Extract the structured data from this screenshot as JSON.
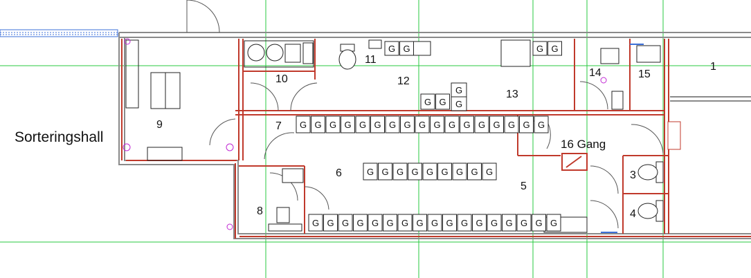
{
  "labels": {
    "hall": "Sorteringshall",
    "r1": "1",
    "r3": "3",
    "r4": "4",
    "r5": "5",
    "r6": "6",
    "r7": "7",
    "r8": "8",
    "r9": "9",
    "r10": "10",
    "r11": "11",
    "r12": "12",
    "r13": "13",
    "r14": "14",
    "r15": "15",
    "gang": "16 Gang"
  },
  "locker_letter": "G",
  "colors": {
    "wall_red": "#c0392b",
    "wall_gray": "#8a8a8a",
    "grid_green": "#27c93f",
    "grid_blue": "#3b6fd8",
    "fixture": "#222222",
    "accent_magenta": "#c026d3"
  }
}
